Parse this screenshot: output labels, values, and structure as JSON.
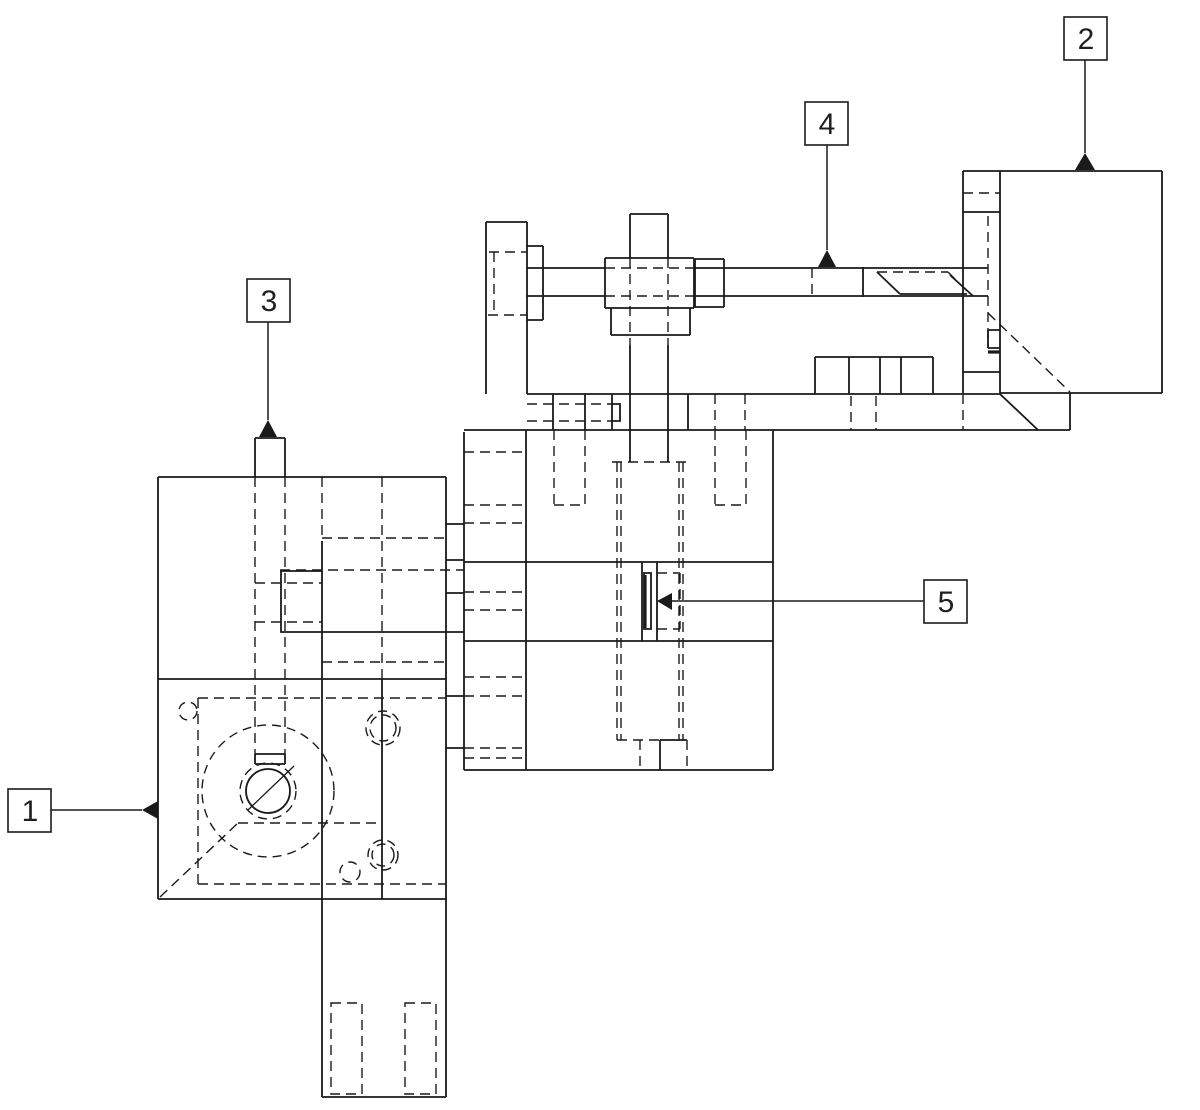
{
  "drawing": {
    "kind": "cad-assembly-drawing",
    "background_color": "#ffffff",
    "line_color": "#1a1a1a",
    "hidden_line_style": "dashed",
    "balloon_shape": "square"
  },
  "balloons": [
    {
      "label": "1",
      "attaches": "lower-left-base-block"
    },
    {
      "label": "2",
      "attaches": "upper-right-block"
    },
    {
      "label": "3",
      "attaches": "vertical-shaft-left"
    },
    {
      "label": "4",
      "attaches": "horizontal-rod"
    },
    {
      "label": "5",
      "attaches": "center-key-insert"
    }
  ]
}
